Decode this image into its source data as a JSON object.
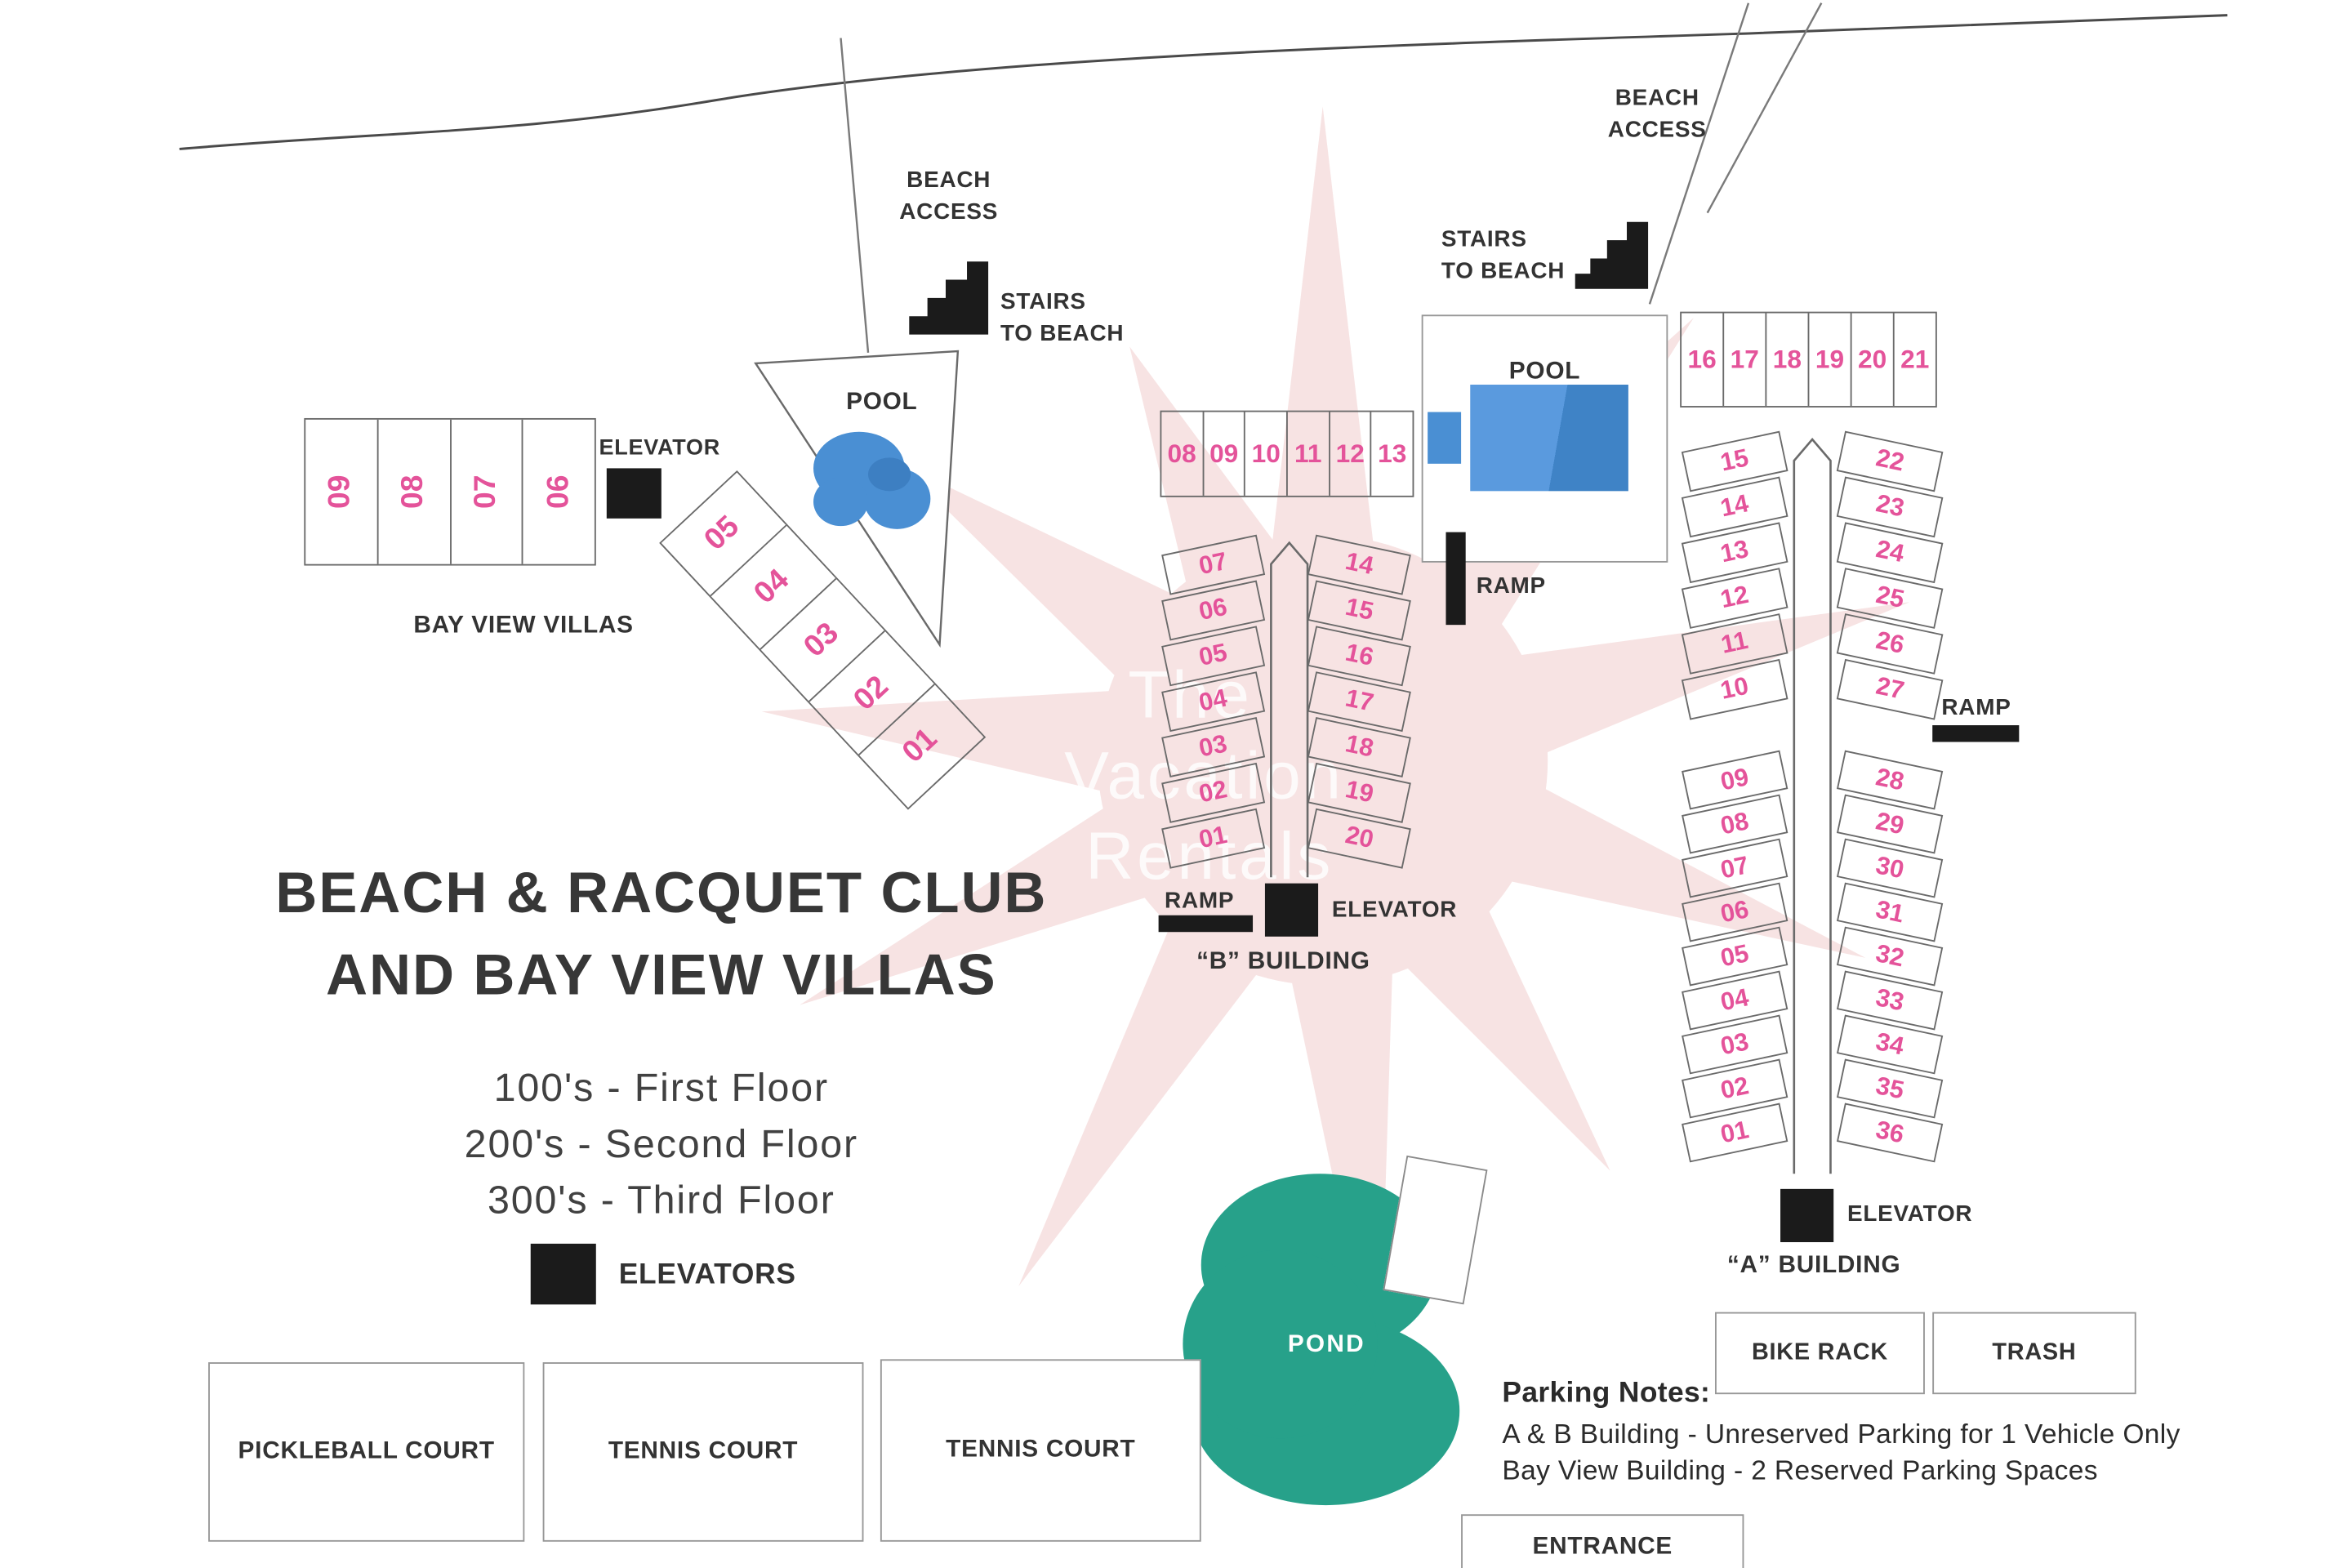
{
  "title": {
    "line1": "BEACH & RACQUET CLUB",
    "line2": "AND BAY VIEW VILLAS"
  },
  "legend": {
    "floors": [
      "100's - First Floor",
      "200's - Second Floor",
      "300's - Third Floor"
    ],
    "elevators": "ELEVATORS"
  },
  "beach": {
    "left_access": {
      "line1": "BEACH",
      "line2": "ACCESS"
    },
    "left_stairs": {
      "line1": "STAIRS",
      "line2": "TO BEACH"
    },
    "right_access": {
      "line1": "BEACH",
      "line2": "ACCESS"
    },
    "right_stairs": {
      "line1": "STAIRS",
      "line2": "TO BEACH"
    }
  },
  "bay_view": {
    "label": "BAY VIEW VILLAS",
    "row_units": [
      "09",
      "08",
      "07",
      "06"
    ],
    "diag_units": [
      "05",
      "04",
      "03",
      "02",
      "01"
    ],
    "elevator": "ELEVATOR",
    "pool": "POOL"
  },
  "b_building": {
    "label": "“B” BUILDING",
    "top_units": [
      "08",
      "09",
      "10",
      "11",
      "12",
      "13"
    ],
    "left_units": [
      "07",
      "06",
      "05",
      "04",
      "03",
      "02",
      "01"
    ],
    "right_units": [
      "14",
      "15",
      "16",
      "17",
      "18",
      "19",
      "20"
    ],
    "pool": "POOL",
    "ramp": "RAMP",
    "elevator": "ELEVATOR"
  },
  "a_building": {
    "label": "“A” BUILDING",
    "top_units": [
      "16",
      "17",
      "18",
      "19",
      "20",
      "21"
    ],
    "left_upper_units": [
      "15",
      "14",
      "13",
      "12",
      "11",
      "10"
    ],
    "left_lower_units": [
      "09",
      "08",
      "07",
      "06",
      "05",
      "04",
      "03",
      "02",
      "01"
    ],
    "right_upper_units": [
      "22",
      "23",
      "24",
      "25",
      "26",
      "27"
    ],
    "right_lower_units": [
      "28",
      "29",
      "30",
      "31",
      "32",
      "33",
      "34",
      "35",
      "36"
    ],
    "ramp": "RAMP",
    "elevator": "ELEVATOR"
  },
  "amenities": {
    "pickleball": "PICKLEBALL COURT",
    "tennis_1": "TENNIS COURT",
    "tennis_2": "TENNIS COURT",
    "pond": "POND",
    "bike_rack": "BIKE RACK",
    "trash": "TRASH",
    "entrance": "ENTRANCE"
  },
  "parking": {
    "title": "Parking Notes:",
    "line1": "A & B Building - Unreserved Parking for 1 Vehicle Only",
    "line2": "Bay View Building - 2 Reserved Parking Spaces"
  },
  "watermark": {
    "line1": "The",
    "line2": "Vacation",
    "line3": "Rentals"
  },
  "colors": {
    "unit_number": "#e4539a",
    "pool_blue": "#4a8fd3",
    "pond_teal": "#27a18a",
    "ink": "#333333",
    "watermark_pink": "#f7e3e3"
  }
}
